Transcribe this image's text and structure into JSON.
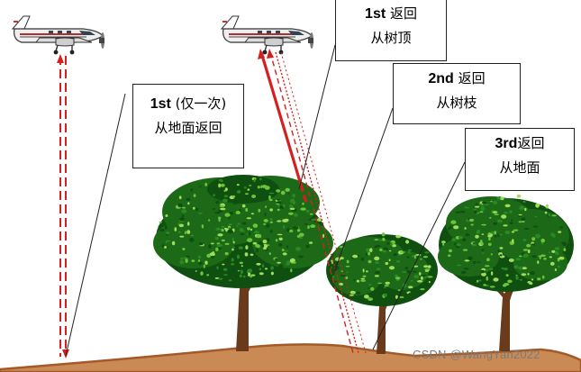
{
  "callouts": [
    {
      "id": "first-only",
      "bold": "1st",
      "rest": " (仅一次)",
      "line2": "从地面返回"
    },
    {
      "id": "first-canopy",
      "bold": "1st",
      "rest": " 返回",
      "line2": "从树顶"
    },
    {
      "id": "second-branch",
      "bold": "2nd",
      "rest": " 返回",
      "line2": "从树枝"
    },
    {
      "id": "third-ground",
      "bold": "3rd",
      "rest": "返回",
      "line2": "从地面"
    }
  ],
  "watermark": "CSDN @WangYan2022",
  "colors": {
    "pulse_red": "#d42020",
    "ground_brown": "#a35a28",
    "ground_fill": "#c98a55",
    "foliage_dark": "#0f4f10",
    "foliage_mid": "#2a8a22",
    "foliage_light": "#6cc23a",
    "trunk": "#6a3a1c"
  },
  "icons": [
    "airplane-icon",
    "tree-icon"
  ]
}
